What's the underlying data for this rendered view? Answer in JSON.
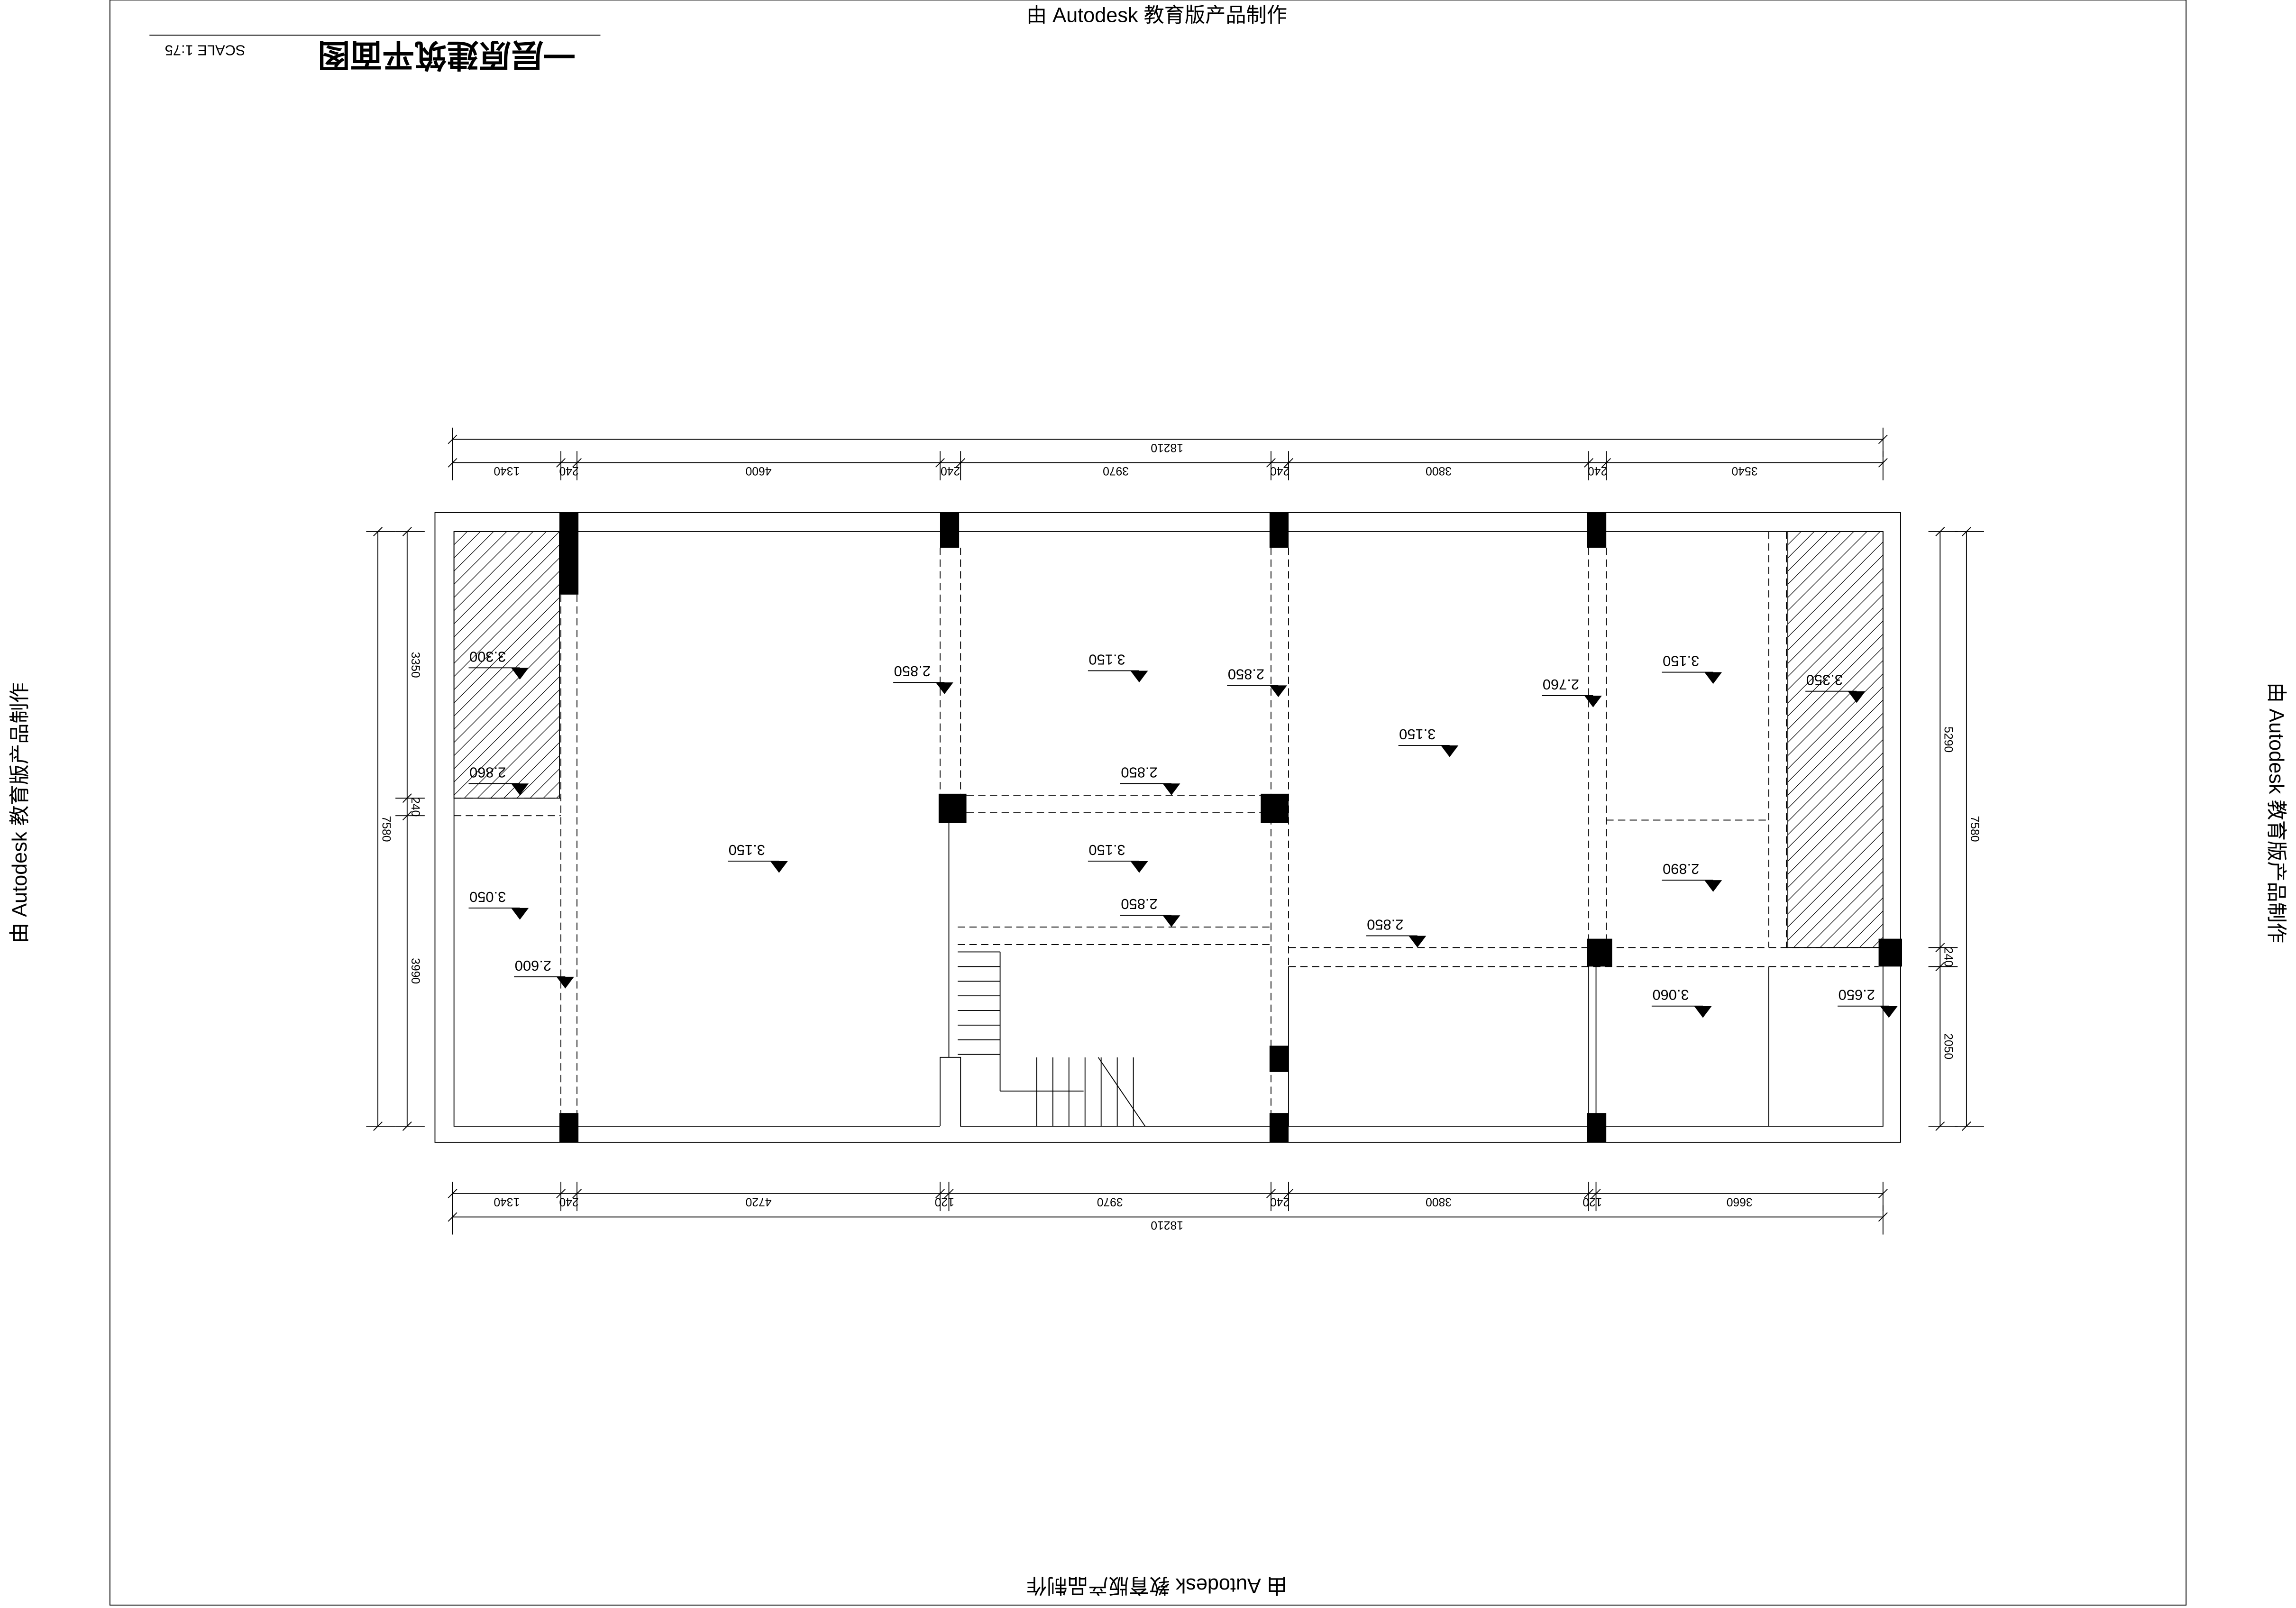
{
  "watermark": "由 Autodesk 教育版产品制作",
  "title": "一层原建筑平面图",
  "scale": "SCALE  1:75",
  "dimensions": {
    "top_total": "18210",
    "top": [
      "1340",
      "240",
      "4600",
      "240",
      "3970",
      "240",
      "3800",
      "240",
      "3540"
    ],
    "bottom_total": "18210",
    "bottom": [
      "1340",
      "240",
      "4720",
      "120",
      "3970",
      "240",
      "3800",
      "120",
      "3660"
    ],
    "left_total": "7580",
    "left": [
      "3350",
      "240",
      "3990"
    ],
    "right_total": "7580",
    "right": [
      "5290",
      "240",
      "2050"
    ]
  },
  "elevations": [
    "3.300",
    "2.860",
    "3.050",
    "2.600",
    "3.150",
    "2.850",
    "3.150",
    "2.850",
    "3.150",
    "2.850",
    "2.850",
    "3.150",
    "2.850",
    "2.760",
    "3.150",
    "2.890",
    "3.060",
    "3.350",
    "2.650"
  ]
}
